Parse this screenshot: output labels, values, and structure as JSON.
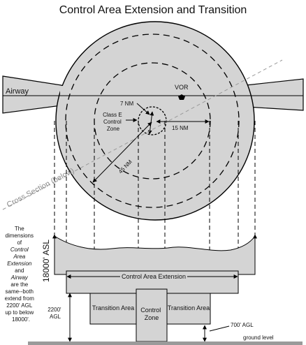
{
  "title": "Control Area Extension and Transition",
  "plan_view": {
    "airway_label": "Airway",
    "vor_label": "VOR",
    "class_e_label": [
      "Class E",
      "Control",
      "Zone"
    ],
    "radius_7": "7 NM",
    "radius_15": "15 NM",
    "radius_45": "45 NM",
    "cross_section_label": "Cross Section (below)"
  },
  "section_view": {
    "altitude_label": "18000' ASL",
    "control_area_extension_label": "Control Area Extension",
    "transition_area_left": "Transition Area",
    "transition_area_right": "Transition Area",
    "control_zone_label": [
      "Control",
      "Zone"
    ],
    "agl_2200": [
      "2200'",
      "AGL"
    ],
    "agl_700": "700' AGL",
    "ground_level": "ground level"
  },
  "note": {
    "line1": "The",
    "line2": "dimensions",
    "line3": "of",
    "line4": "Control",
    "line5": "Area",
    "line6": "Extension",
    "line7": "and",
    "line8": "Airway",
    "line9": "are the",
    "line10": "same--both",
    "line11": "extend from",
    "line12": "2200' AGL",
    "line13": "up to below",
    "line14": "18000'."
  },
  "colors": {
    "fill_gray": "#d4d4d4",
    "stroke": "#000000",
    "ground": "#9a9a9a",
    "cross_section_line": "#9a9a9a"
  }
}
